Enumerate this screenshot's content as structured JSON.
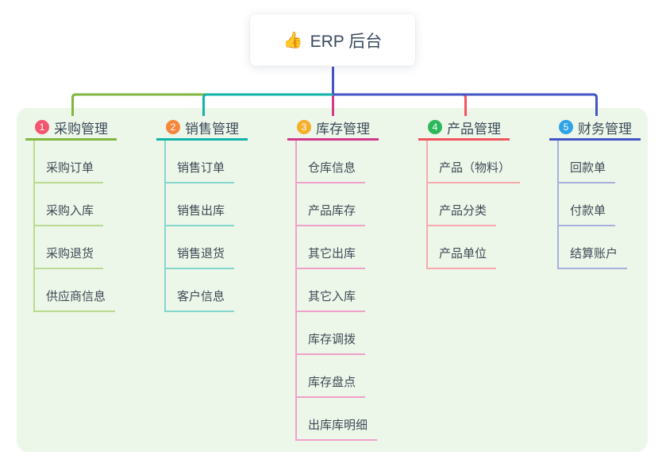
{
  "root": {
    "icon": "👍",
    "label": "ERP 后台"
  },
  "branches": [
    {
      "badge": "1",
      "label": "采购管理",
      "badge_color": "#f4566e",
      "line_color": "#7fb73f",
      "child_line_color": "#b9da90",
      "children": [
        "采购订单",
        "采购入库",
        "采购退货",
        "供应商信息"
      ]
    },
    {
      "badge": "2",
      "label": "销售管理",
      "badge_color": "#f6883e",
      "line_color": "#12b3a8",
      "child_line_color": "#84d6ce",
      "children": [
        "销售订单",
        "销售出库",
        "销售退货",
        "客户信息"
      ]
    },
    {
      "badge": "3",
      "label": "库存管理",
      "badge_color": "#f6ae2d",
      "line_color": "#d2388c",
      "child_line_color": "#f0a0ca",
      "children": [
        "仓库信息",
        "产品库存",
        "其它出库",
        "其它入库",
        "库存调拨",
        "库存盘点",
        "出库库明细"
      ]
    },
    {
      "badge": "4",
      "label": "产品管理",
      "badge_color": "#2eb85c",
      "line_color": "#f0545f",
      "child_line_color": "#f7a9ad",
      "children": [
        "产品（物料）",
        "产品分类",
        "产品单位"
      ]
    },
    {
      "badge": "5",
      "label": "财务管理",
      "badge_color": "#2ea3e6",
      "line_color": "#4355c5",
      "child_line_color": "#a6b1dd",
      "children": [
        "回款单",
        "付款单",
        "结算账户"
      ]
    }
  ],
  "colors": {
    "panel_bg": "#edf7e9",
    "stem": "#4355c5",
    "text": "#3b4a5a"
  }
}
